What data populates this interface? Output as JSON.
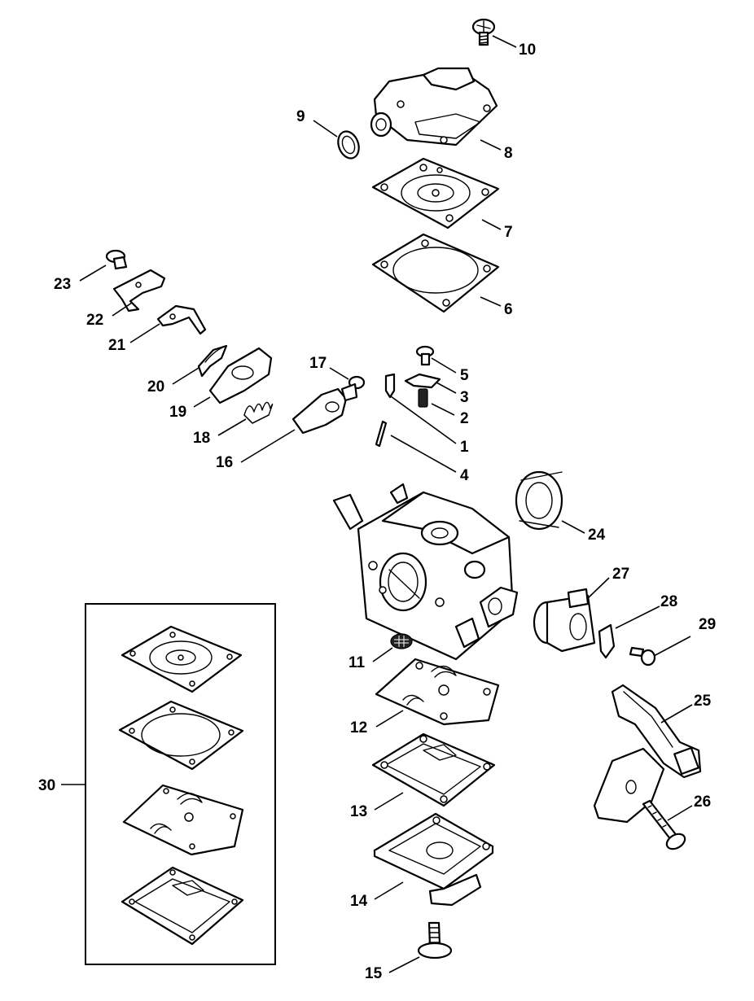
{
  "diagram": {
    "type": "exploded-parts-diagram",
    "callouts": [
      {
        "id": "1",
        "label": "1"
      },
      {
        "id": "2",
        "label": "2"
      },
      {
        "id": "3",
        "label": "3"
      },
      {
        "id": "4",
        "label": "4"
      },
      {
        "id": "5",
        "label": "5"
      },
      {
        "id": "6",
        "label": "6"
      },
      {
        "id": "7",
        "label": "7"
      },
      {
        "id": "8",
        "label": "8"
      },
      {
        "id": "9",
        "label": "9"
      },
      {
        "id": "10",
        "label": "10"
      },
      {
        "id": "11",
        "label": "11"
      },
      {
        "id": "12",
        "label": "12"
      },
      {
        "id": "13",
        "label": "13"
      },
      {
        "id": "14",
        "label": "14"
      },
      {
        "id": "15",
        "label": "15"
      },
      {
        "id": "16",
        "label": "16"
      },
      {
        "id": "17",
        "label": "17"
      },
      {
        "id": "18",
        "label": "18"
      },
      {
        "id": "19",
        "label": "19"
      },
      {
        "id": "20",
        "label": "20"
      },
      {
        "id": "21",
        "label": "21"
      },
      {
        "id": "22",
        "label": "22"
      },
      {
        "id": "23",
        "label": "23"
      },
      {
        "id": "24",
        "label": "24"
      },
      {
        "id": "25",
        "label": "25"
      },
      {
        "id": "26",
        "label": "26"
      },
      {
        "id": "27",
        "label": "27"
      },
      {
        "id": "28",
        "label": "28"
      },
      {
        "id": "29",
        "label": "29"
      },
      {
        "id": "30",
        "label": "30"
      }
    ]
  }
}
